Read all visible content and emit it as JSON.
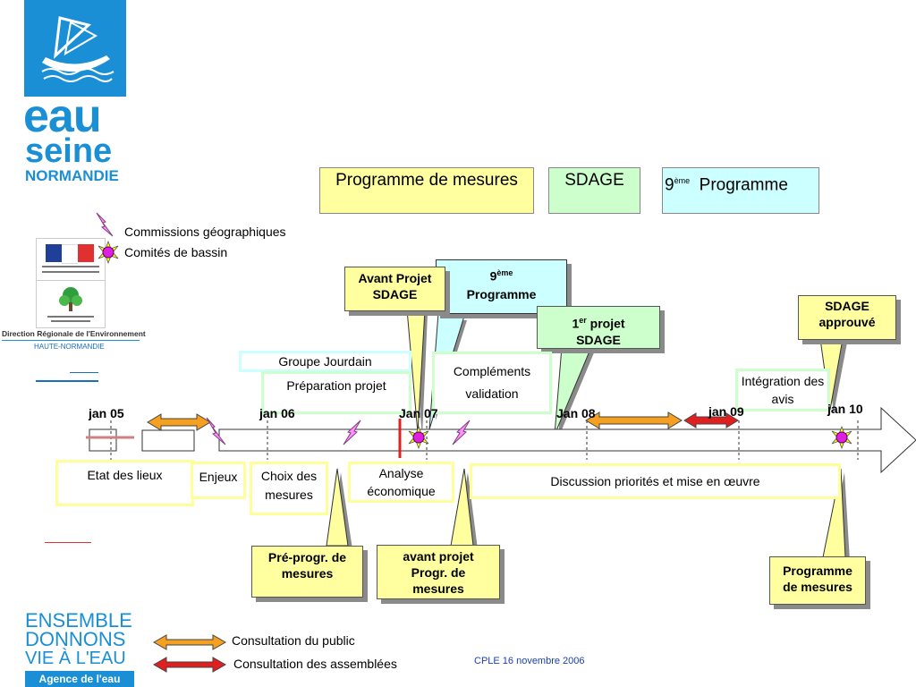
{
  "logos": {
    "eau": "eau",
    "seine": "seine",
    "normandie": "NORMANDIE",
    "ministry": "Direction Régionale de l'Environnement",
    "ministry_sub": "HAUTE-NORMANDIE",
    "ensemble_1": "ENSEMBLE",
    "ensemble_2": "DONNONS",
    "ensemble_3": "VIE À L'EAU",
    "agence": "Agence de l'eau"
  },
  "legend_top": [
    {
      "label": "Programme de mesures"
    },
    {
      "label": "SDAGE"
    },
    {
      "label_num": "9",
      "label_sup": "ème",
      "label_rest": "Programme"
    }
  ],
  "symbols": {
    "commissions": "Commissions géographiques",
    "comites": "Comités de bassin"
  },
  "callouts": {
    "avant_projet": "Avant Projet SDAGE",
    "neuvieme_num": "9",
    "neuvieme_sup": "ème",
    "neuvieme_rest": "Programme",
    "premier_num": "1",
    "premier_sup": "er",
    "premier_rest": "projet",
    "premier_sdage": "SDAGE",
    "sdage_approuve": "SDAGE approuvé",
    "pre_progr": "Pré-progr. de mesures",
    "avant_projet_progr": "avant projet Progr. de mesures",
    "programme_mesures": "Programme de mesures"
  },
  "phases": {
    "groupe_jourdain": "Groupe Jourdain",
    "preparation": "Préparation projet",
    "complements": "Compléments",
    "validation": "validation",
    "integration": "Intégration des avis",
    "etat_lieux": "Etat des lieux",
    "enjeux": "Enjeux",
    "choix": "Choix des mesures",
    "analyse": "Analyse économique",
    "discussion": "Discussion priorités et mise en œuvre"
  },
  "dates": [
    "jan 05",
    "jan 06",
    "Jan 07",
    "Jan 08",
    "jan 09",
    "jan 10"
  ],
  "legend_bottom": {
    "public": "Consultation du public",
    "assemblees": "Consultation des assemblées"
  },
  "footer": "CPLE 16 novembre 2006",
  "colors": {
    "yellow": "#ffffa0",
    "green": "#ccffcc",
    "cyan": "#ccffff",
    "orange": "#f5a020",
    "red": "#e02020",
    "magenta": "#e020e0",
    "brand_blue": "#1a8fd6"
  }
}
